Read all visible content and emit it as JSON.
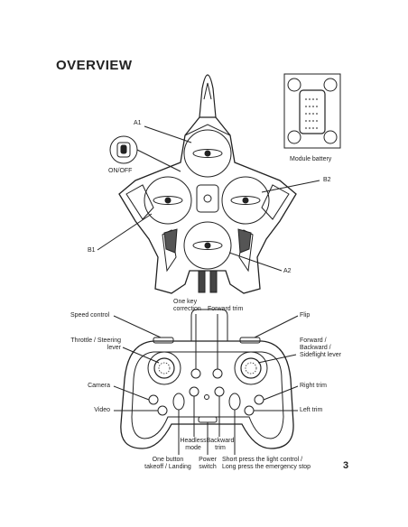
{
  "title": "OVERVIEW",
  "page_number": "3",
  "drone_labels": {
    "a1": "A1",
    "a2": "A2",
    "b1": "B1",
    "b2": "B2",
    "on_off": "ON/OFF",
    "module_battery": "Module battery"
  },
  "controller_labels": {
    "one_key_correction_1": "One key",
    "one_key_correction_2": "correction",
    "forward_trim": "Forward trim",
    "speed_control": "Speed control",
    "flip": "Flip",
    "throttle_1": "Throttle / Steering",
    "throttle_2": "lever",
    "fbs_1": "Forward /",
    "fbs_2": "Backward /",
    "fbs_3": "Sideflight lever",
    "camera": "Camera",
    "right_trim": "Right trim",
    "video": "Video",
    "left_trim": "Left  trim",
    "headless_1": "Headless",
    "headless_2": "mode",
    "backward_1": "Backward",
    "backward_2": "trim",
    "one_button_1": "One button",
    "one_button_2": "takeoff / Landing",
    "power_1": "Power",
    "power_2": "switch",
    "short_press_1": "Short press the light control /",
    "short_press_2": "Long press the emergency stop"
  }
}
